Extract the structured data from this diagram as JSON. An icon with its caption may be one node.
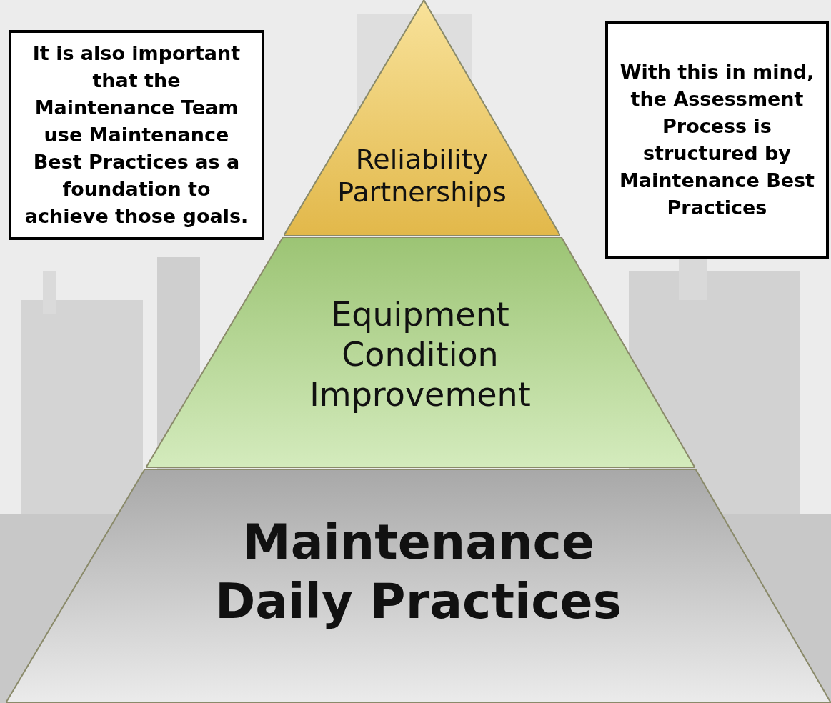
{
  "diagram": {
    "nodes": [
      {
        "text": [
          "It is also important that the Maintenance Team use Maintenance Best Practices as a foundation to achieve those goals."
        ]
      },
      {
        "text": [
          "With this in mind, the Assessment Process is structured by Maintenance Best Practices"
        ]
      },
      {
        "text": [
          "Reliability Partnerships"
        ]
      },
      {
        "text": [
          "Equipment Condition Improvement"
        ]
      },
      {
        "text": [
          "Maintenance Daily Practices"
        ]
      }
    ]
  }
}
